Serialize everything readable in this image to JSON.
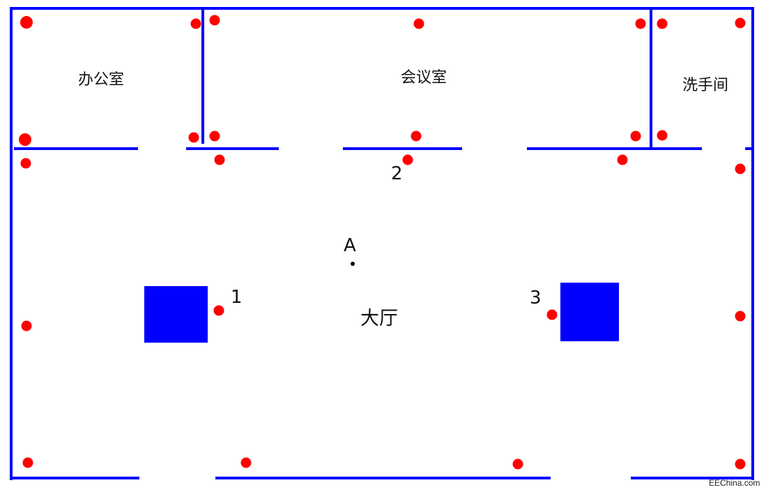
{
  "rooms": {
    "office": "办公室",
    "meeting_room": "会议室",
    "restroom": "洗手间",
    "hall": "大厅"
  },
  "markers": {
    "point_a": "A",
    "anchor_1": "1",
    "anchor_2": "2",
    "anchor_3": "3"
  },
  "watermark": "EEChina.com",
  "colors": {
    "wall": "#0000ff",
    "node": "#ff0000",
    "pillar": "#0000ff"
  }
}
